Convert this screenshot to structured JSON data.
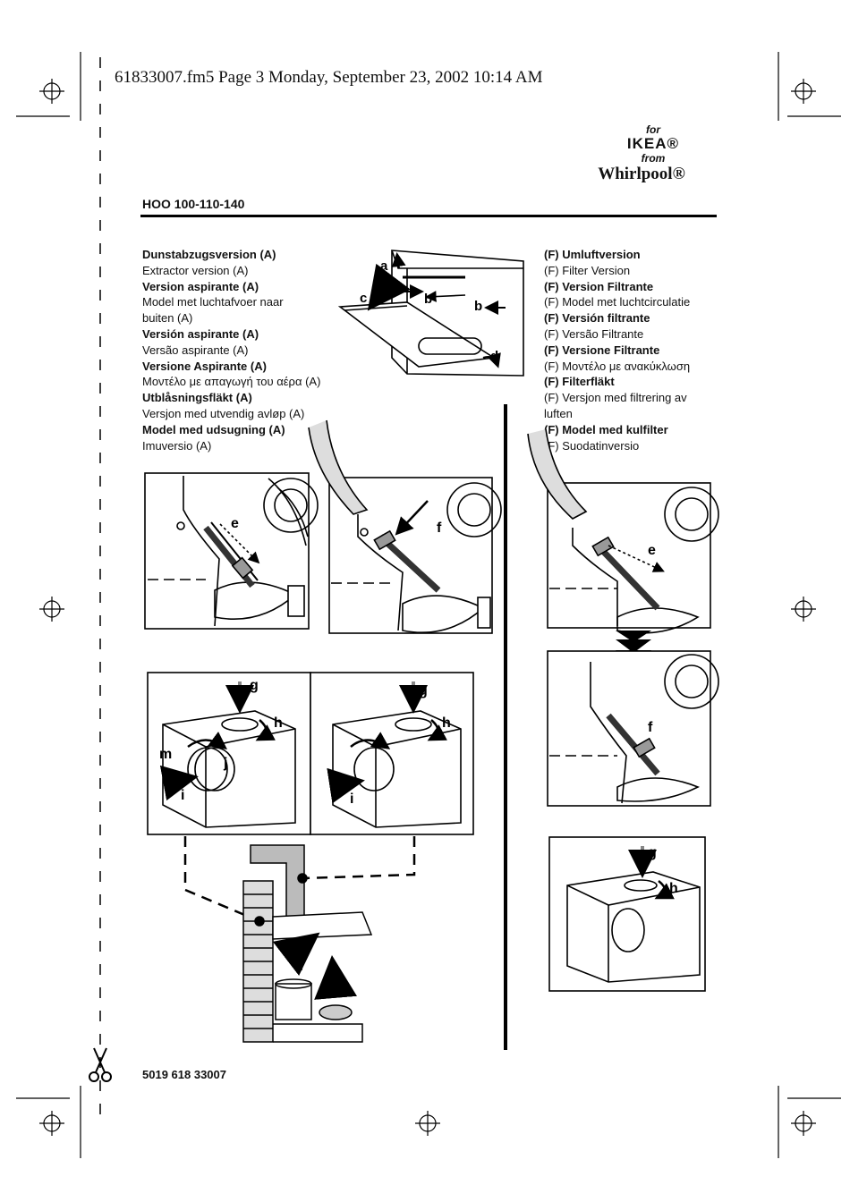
{
  "header": {
    "file_line": "61833007.fm5  Page 3  Monday, September 23, 2002  10:14 AM"
  },
  "brand": {
    "for": "for",
    "ikea": "IKEA®",
    "from": "from",
    "whirlpool": "Whirlpool®"
  },
  "model": "HOO 100-110-140",
  "left_column": [
    {
      "text": "Dunstabzugsversion (A)",
      "bold": true
    },
    {
      "text": "Extractor version (A)",
      "bold": false
    },
    {
      "text": "Version aspirante (A)",
      "bold": true
    },
    {
      "text": "Model met luchtafvoer naar",
      "bold": false
    },
    {
      "text": "buiten (A)",
      "bold": false
    },
    {
      "text": "Versión aspirante (A)",
      "bold": true
    },
    {
      "text": "Versão aspirante (A)",
      "bold": false
    },
    {
      "text": "Versione Aspirante (A)",
      "bold": true
    },
    {
      "text": "Μοντέλο με απαγωγή του αέρα (A)",
      "bold": false
    },
    {
      "text": "Utblåsningsfläkt (A)",
      "bold": true
    },
    {
      "text": "Versjon med utvendig avløp (A)",
      "bold": false
    },
    {
      "text": "Model med udsugning (A)",
      "bold": true
    },
    {
      "text": "Imuversio (A)",
      "bold": false
    }
  ],
  "right_column": [
    {
      "text": "(F) Umluftversion",
      "bold": true
    },
    {
      "text": "(F) Filter Version",
      "bold": false
    },
    {
      "text": "(F) Version Filtrante",
      "bold": true
    },
    {
      "text": "(F) Model met luchtcirculatie",
      "bold": false
    },
    {
      "text": "(F) Versión filtrante",
      "bold": true
    },
    {
      "text": "(F) Versão Filtrante",
      "bold": false
    },
    {
      "text": "(F) Versione Filtrante",
      "bold": true
    },
    {
      "text": "(F) Μοντέλο με ανακύκλωση",
      "bold": false
    },
    {
      "text": "(F) Filterfläkt",
      "bold": true
    },
    {
      "text": "(F) Versjon med filtrering av",
      "bold": false
    },
    {
      "text": "    luften",
      "bold": false
    },
    {
      "text": "(F) Model med kulfilter",
      "bold": true
    },
    {
      "text": "(F) Suodatinversio",
      "bold": false
    }
  ],
  "figure_labels": {
    "a": "a",
    "b": "b",
    "c": "c",
    "d": "d",
    "e": "e",
    "f": "f",
    "g": "g",
    "h": "h",
    "i": "i",
    "j": "j",
    "m": "m"
  },
  "doc_number": "5019 618 33007"
}
